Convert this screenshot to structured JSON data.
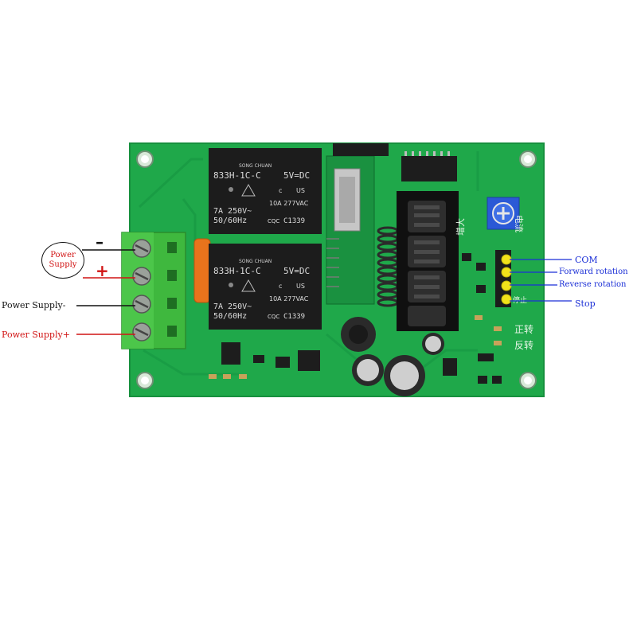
{
  "labels": {
    "power_supply_circle_line1": "Power",
    "power_supply_circle_line2": "Supply",
    "minus_sign": "–",
    "plus_sign": "+",
    "power_supply_minus": "Power Supply-",
    "power_supply_plus": "Power Supply+",
    "com": "COM",
    "forward_rotation": "Forward rotation",
    "reverse_rotation": "Reverse rotation",
    "stop": "Stop"
  },
  "board_print": {
    "relay_top_model": "833H-1C-C",
    "relay_bottom_model": "833H-1C-C",
    "relay_brand": "SONG CHUAN",
    "relay_coil": "5V=DC",
    "relay_rating_ac": "7A 250V~",
    "relay_freq": "50/60Hz",
    "relay_rating_ac2": "10A 277VAC",
    "relay_code": "C1339",
    "relay_mark": "CQC",
    "relay_ul": "c",
    "relay_us": "US",
    "cn_increase": "增大",
    "cn_current": "电流",
    "cn_forward": "正转",
    "cn_reverse": "反转",
    "cn_stop": "停止"
  },
  "colors": {
    "pcb_green": "#1fa84a",
    "pcb_dark": "#178a3b",
    "terminal_green": "#3fb83e",
    "relay_black": "#1c1c1c",
    "display_black": "#101010",
    "pin_yellow": "#f2e21a",
    "label_red": "#d11414",
    "label_blue": "#1a2ed6",
    "pot_blue": "#2b59d6"
  }
}
